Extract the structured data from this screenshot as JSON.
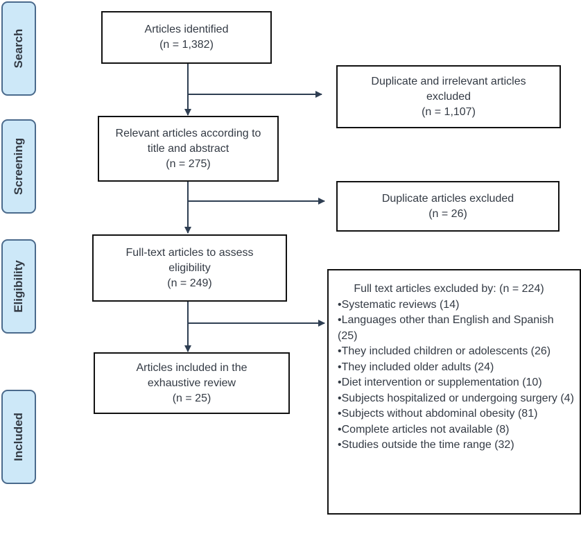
{
  "stages": [
    "Search",
    "Screening",
    "Eligibility",
    "Included"
  ],
  "boxes": {
    "identified": {
      "line1": "Articles identified",
      "line2": "(n = 1,382)"
    },
    "relevant": {
      "line1": "Relevant articles according to",
      "line2": "title and abstract",
      "line3": "(n = 275)"
    },
    "fulltext": {
      "line1": "Full-text articles to assess",
      "line2": "eligibility",
      "line3": "(n = 249)"
    },
    "included": {
      "line1": "Articles included in the",
      "line2": "exhaustive review",
      "line3": "(n = 25)"
    }
  },
  "excluded": {
    "dup_irrelevant": {
      "line1": "Duplicate and irrelevant articles",
      "line2": "excluded",
      "line3": "(n = 1,107)"
    },
    "duplicates": {
      "line1": "Duplicate articles excluded",
      "line2": "(n = 26)"
    },
    "fulltext": {
      "heading": "Full text articles excluded by: (n = 224)",
      "items": [
        "Systematic reviews (14)",
        "Languages other than English and Spanish (25)",
        "They included children or adolescents (26)",
        "They included older adults (24)",
        "Diet intervention or supplementation (10)",
        "Subjects hospitalized or undergoing surgery (4)",
        "Subjects without abdominal obesity (81)",
        "Complete articles not available (8)",
        "Studies outside the time range (32)"
      ]
    }
  },
  "colors": {
    "stage_fill": "#cde8f8",
    "stage_border": "#4a6a8c",
    "arrow": "#2e3e52"
  }
}
